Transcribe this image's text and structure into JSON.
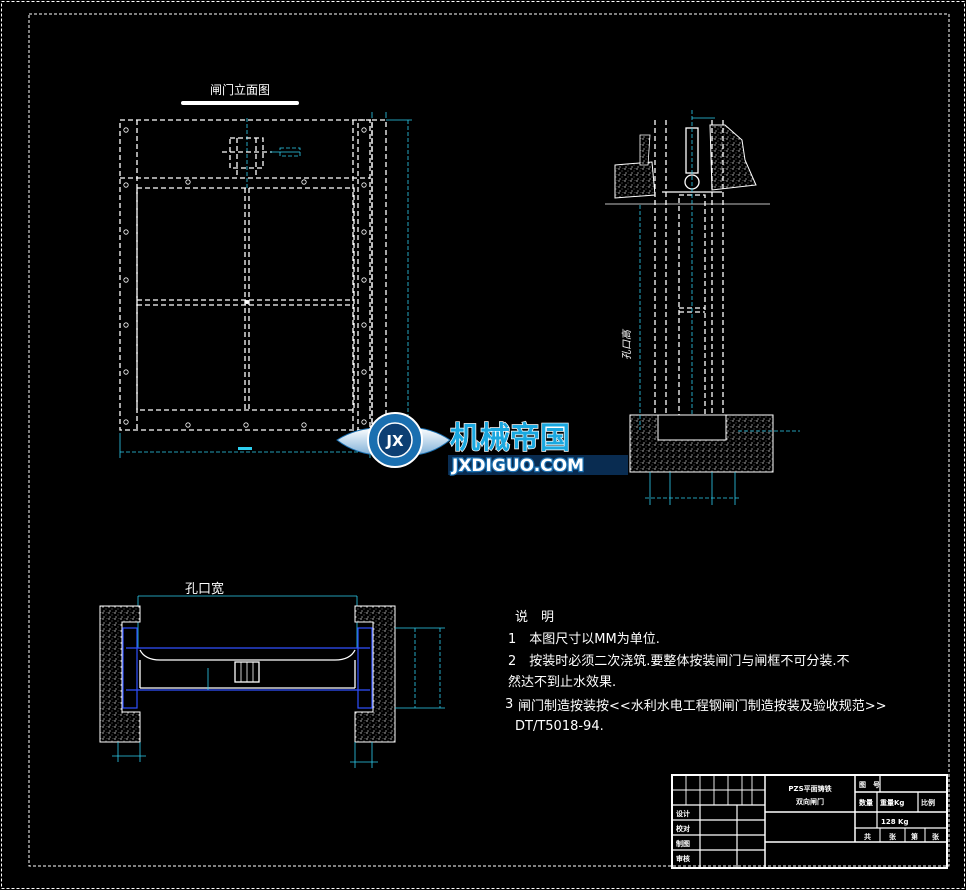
{
  "drawing": {
    "front_view_title": "闸门立面图",
    "plan_view_label": "孔口宽",
    "side_view_label": "孔口高",
    "watermark_cn": "机械帝国",
    "watermark_en": "JXDIGUO.COM",
    "watermark_badge": "JX"
  },
  "notes": {
    "heading": "说　明",
    "line1": "1　本图尺寸以MM为单位.",
    "line2": "2　按装时必须二次浇筑.要整体按装闸门与闸框不可分装.不",
    "line2b": "然达不到止水效果.",
    "line3_number": "3",
    "line3": "闸门制造按装按<<水利水电工程钢闸门制造按装及验收规范>>",
    "line3b": "DT/T5018-94."
  },
  "title_block": {
    "product_line1": "PZS平面铸铁",
    "product_line2": "双向闸门",
    "drawing_no_label": "图　号",
    "qty_label": "数量",
    "weight_label": "重量Kg",
    "scale_label": "比例",
    "weight_value": "128 Kg",
    "row_labels": [
      "设计",
      "校对",
      "制图",
      "审核"
    ],
    "bottom_labels": [
      "共",
      "张",
      "第",
      "张"
    ]
  },
  "colors": {
    "background": "#000000",
    "line_white": "#ffffff",
    "dimension_cyan": "#2ecff0",
    "seal_blue": "#3050ff",
    "logo_blue": "#1aa8e0"
  }
}
